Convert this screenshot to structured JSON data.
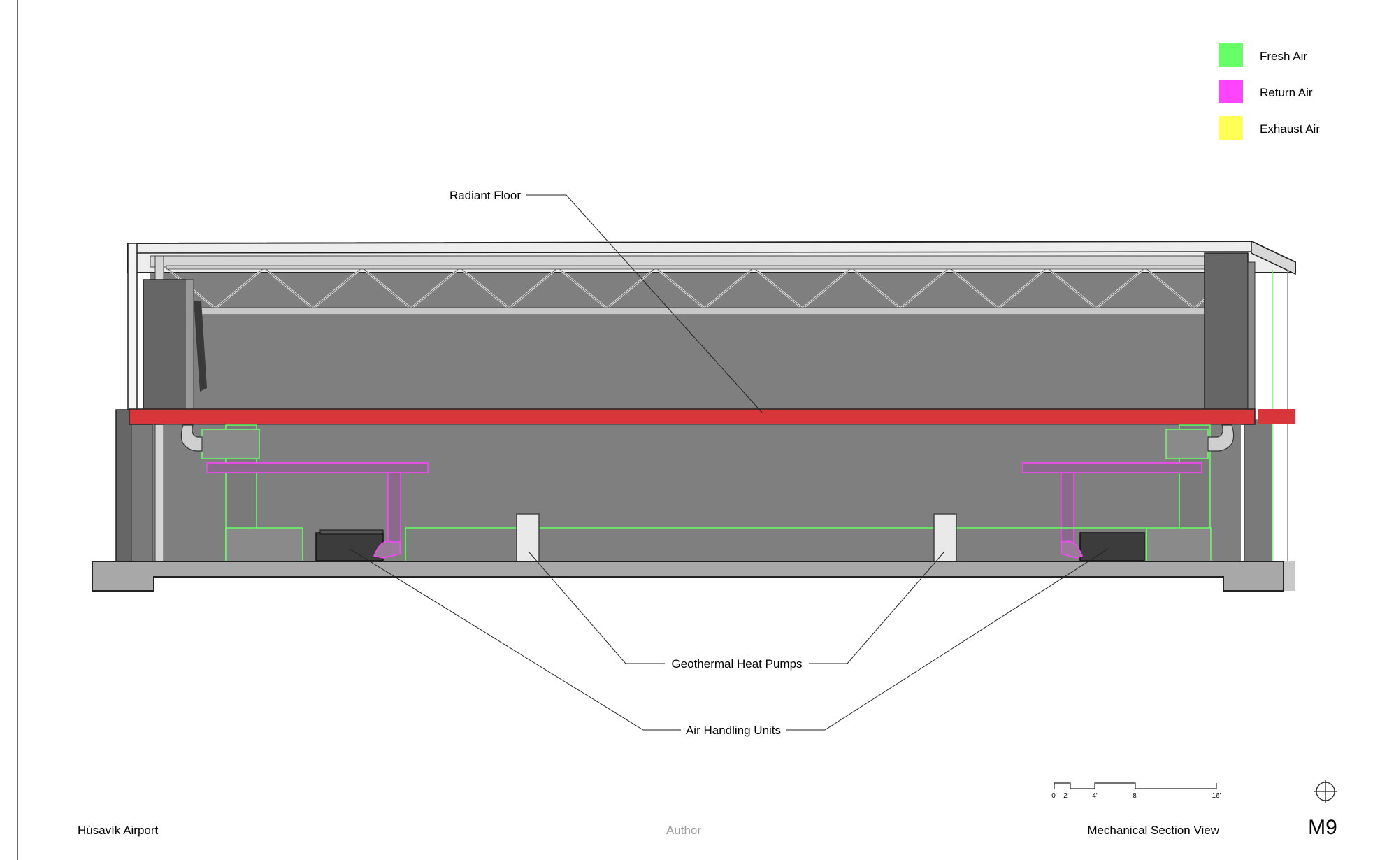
{
  "colors": {
    "fresh_air": "#66ff66",
    "return_air": "#ff44ff",
    "exhaust_air": "#ffff55",
    "radiant_floor": "#d9363b",
    "interior": "#7f7f7f",
    "roof": "#eeeeee",
    "wall_dark": "#666666",
    "slab": "#a8a8a8"
  },
  "legend": {
    "items": [
      {
        "label": "Fresh Air",
        "color": "#66ff66"
      },
      {
        "label": "Return Air",
        "color": "#ff44ff"
      },
      {
        "label": "Exhaust Air",
        "color": "#ffff55"
      }
    ]
  },
  "callouts": {
    "radiant_floor": "Radiant Floor",
    "heat_pumps": "Geothermal Heat Pumps",
    "air_handling": "Air Handling Units"
  },
  "scale_bar": {
    "ticks": [
      "0'",
      "2'",
      "4'",
      "8'",
      "16'"
    ]
  },
  "footer": {
    "project": "Húsavík Airport",
    "author": "Author",
    "view_title": "Mechanical Section View",
    "sheet_number": "M9"
  },
  "icons": {
    "north": "north-arrow-icon"
  }
}
